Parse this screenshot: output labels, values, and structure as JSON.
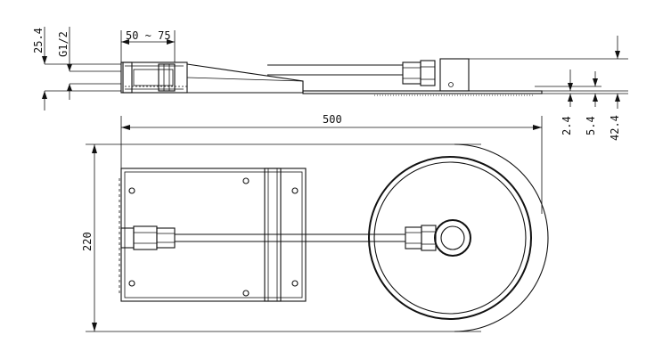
{
  "dimensions": {
    "thread_depth": "25.4",
    "thread_size": "G1/2",
    "arm_range": "50 ~ 75",
    "total_length": "500",
    "total_width": "220",
    "head_thin": "2.4",
    "head_mid": "5.4",
    "head_total": "42.4"
  },
  "colors": {
    "line": "#111111",
    "background": "#ffffff"
  }
}
